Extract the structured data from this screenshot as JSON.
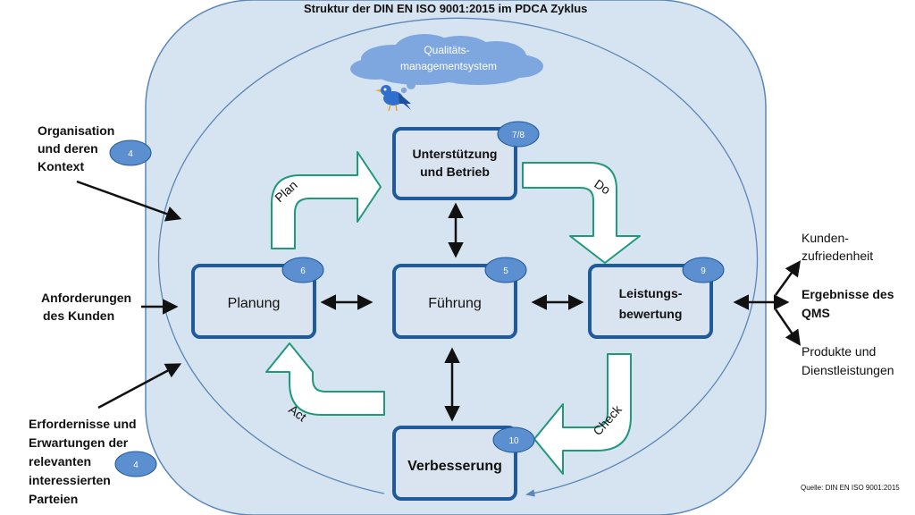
{
  "title": "Struktur  der DIN EN ISO 9001:2015 im PDCA Zyklus",
  "cloud": {
    "line1": "Qualitäts-",
    "line2": "managementsystem"
  },
  "boxes": {
    "support": {
      "line1": "Unterstützung",
      "line2": "und Betrieb",
      "badge": "7/8"
    },
    "planning": {
      "label": "Planung",
      "badge": "6"
    },
    "leadership": {
      "label": "Führung",
      "badge": "5"
    },
    "evaluation": {
      "line1": "Leistungs-",
      "line2": "bewertung",
      "badge": "9"
    },
    "improvement": {
      "label": "Verbesserung",
      "badge": "10"
    }
  },
  "cycle": {
    "plan": "Plan",
    "do": "Do",
    "check": "Check",
    "act": "Act"
  },
  "inputs": {
    "context": {
      "line1": "Organisation",
      "line2": "und deren",
      "line3": "Kontext",
      "badge": "4"
    },
    "requirements": {
      "line1": "Anforderungen",
      "line2": "des Kunden"
    },
    "parties": {
      "line1": "Erfordernisse  und",
      "line2": "Erwartungen  der",
      "line3": "relevanten",
      "line4": "interessierten",
      "line5": "Parteien",
      "badge": "4"
    }
  },
  "outputs": {
    "satisfaction": {
      "line1": "Kunden-",
      "line2": "zufriedenheit"
    },
    "results": {
      "line1": "Ergebnisse des",
      "line2": "QMS"
    },
    "products": {
      "line1": "Produkte und",
      "line2": "Dienstleistungen"
    }
  },
  "source": "Quelle: DIN EN ISO 9001:2015",
  "colors": {
    "panel": "#d6e3f0",
    "panel_border": "#5b87b8",
    "box_border": "#1f5a9c",
    "badge": "#5b8fd0",
    "arrow_green": "#1e9a78",
    "cloud": "#7ea7e0"
  }
}
